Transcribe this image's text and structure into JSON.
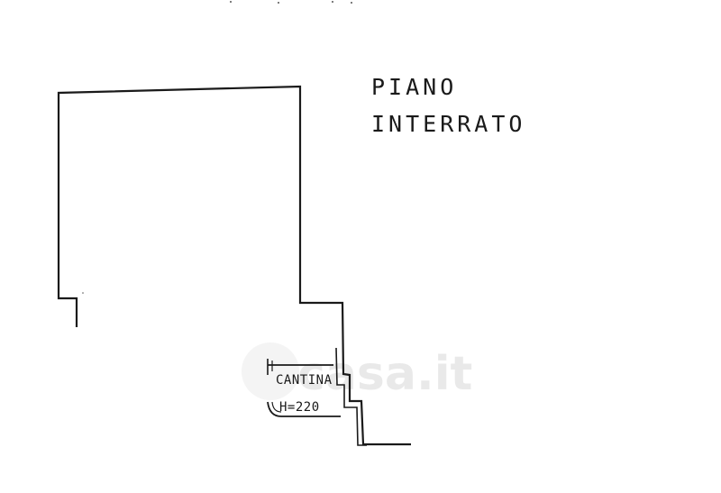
{
  "floor_title": {
    "line1": "PIANO",
    "line2": "INTERRATO"
  },
  "room": {
    "name": "CANTINA",
    "height_label": "H=220"
  },
  "watermark": "casa.it",
  "colors": {
    "ink": "#1a1a1a",
    "watermark": "#d8d8d8",
    "background": "#ffffff"
  }
}
